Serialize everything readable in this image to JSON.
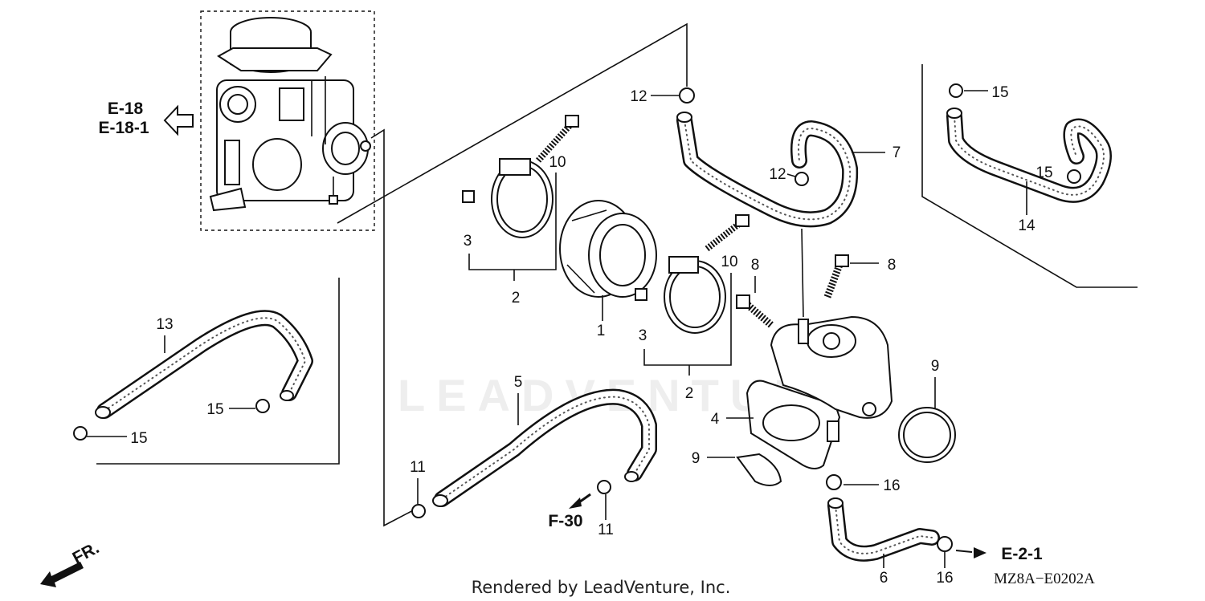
{
  "callouts": {
    "c1": "1",
    "c2a": "2",
    "c2b": "2",
    "c3a": "3",
    "c3b": "3",
    "c4": "4",
    "c5": "5",
    "c6": "6",
    "c7": "7",
    "c8a": "8",
    "c8b": "8",
    "c9a": "9",
    "c9b": "9",
    "c10a": "10",
    "c10b": "10",
    "c11a": "11",
    "c11b": "11",
    "c12a": "12",
    "c12b": "12",
    "c13": "13",
    "c14": "14",
    "c15a": "15",
    "c15b": "15",
    "c15c": "15",
    "c15d": "15",
    "c16a": "16",
    "c16b": "16"
  },
  "references": {
    "e18": "E-18",
    "e18_1": "E-18-1",
    "f30": "F-30",
    "e2_1": "E-2-1",
    "front": "FR."
  },
  "footer": {
    "rendered_by": "Rendered by LeadVenture, Inc.",
    "diagram_code": "MZ8A−E0202A"
  },
  "watermark": "LEADVENTURE",
  "colors": {
    "line": "#111111",
    "background": "#ffffff",
    "watermark": "#eeeeee"
  },
  "icons": [
    "arrow-left-icon",
    "arrow-right-icon",
    "front-direction-arrow-icon"
  ]
}
